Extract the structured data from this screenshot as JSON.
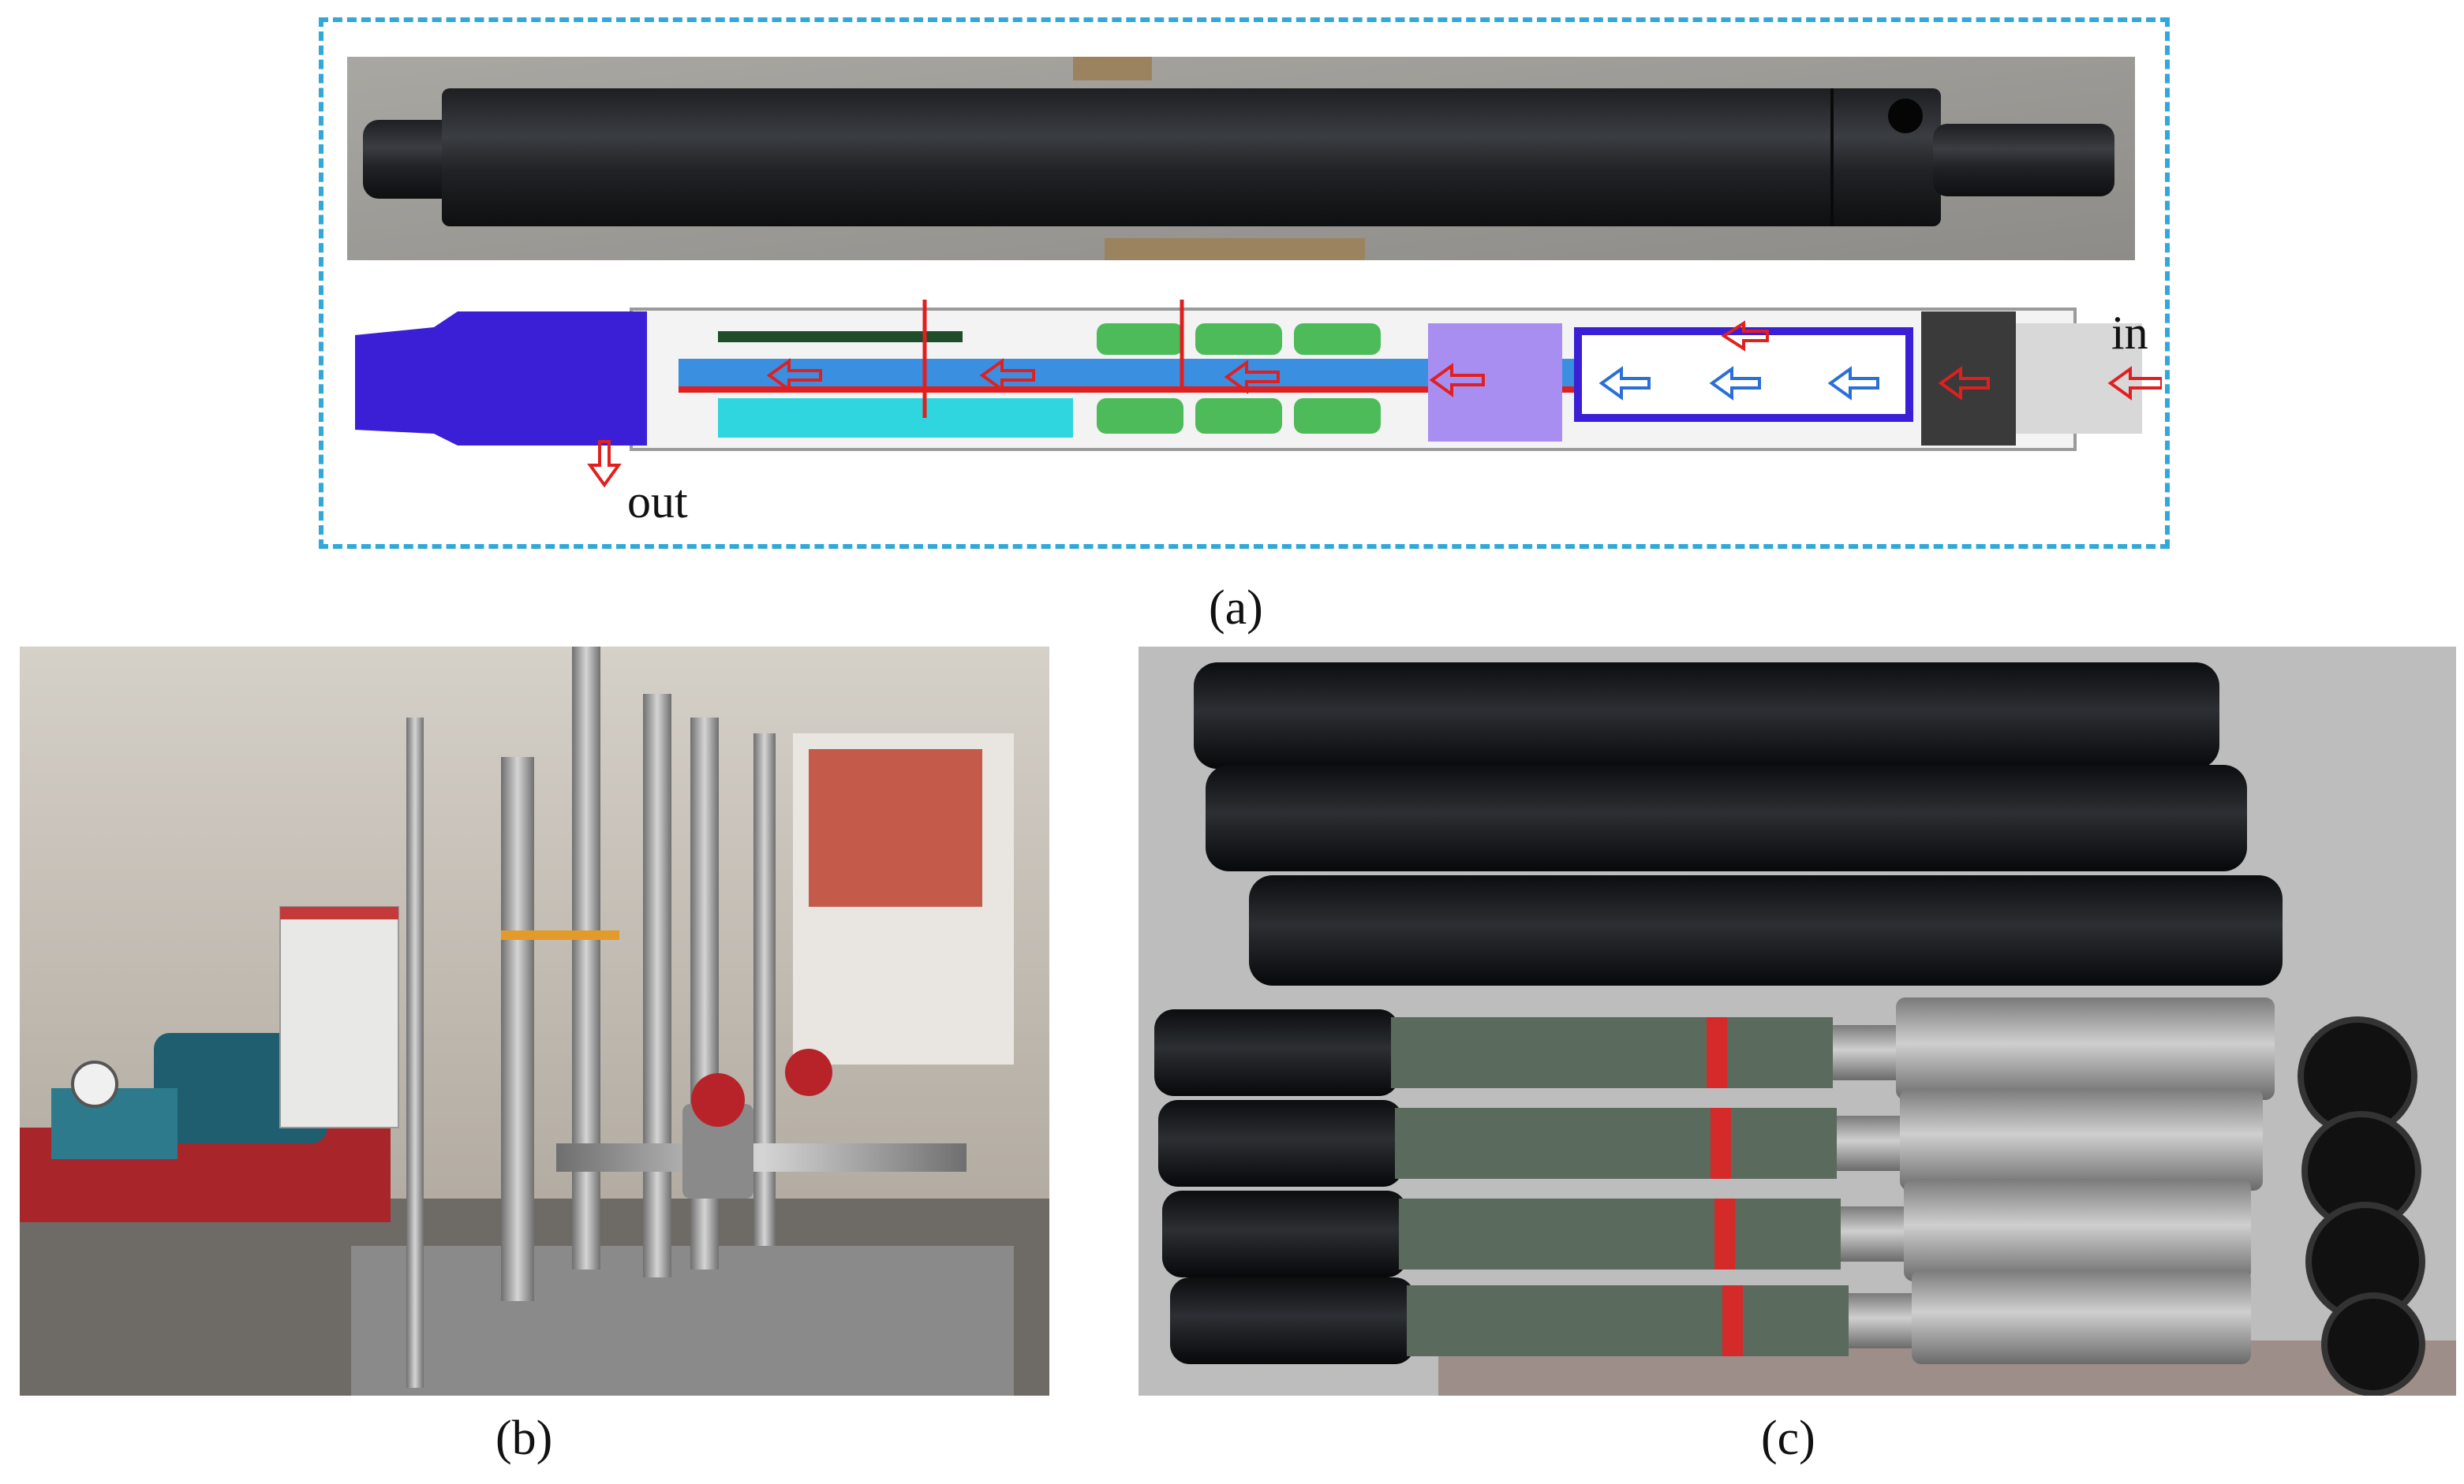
{
  "figure": {
    "panels": [
      {
        "id": "a",
        "caption": "(a)"
      },
      {
        "id": "b",
        "caption": "(b)"
      },
      {
        "id": "c",
        "caption": "(c)"
      }
    ],
    "diagram_labels": {
      "inlet": "in",
      "outlet": "out"
    },
    "colors": {
      "frame_dash": "#31a8d9",
      "flow_arrow": "#e02020",
      "internal_flow_arrow": "#2a6fd6",
      "body_blue": "#3a1fd6",
      "channel_cyan": "#2fd6e0",
      "battery_green": "#4dbb5a"
    }
  }
}
